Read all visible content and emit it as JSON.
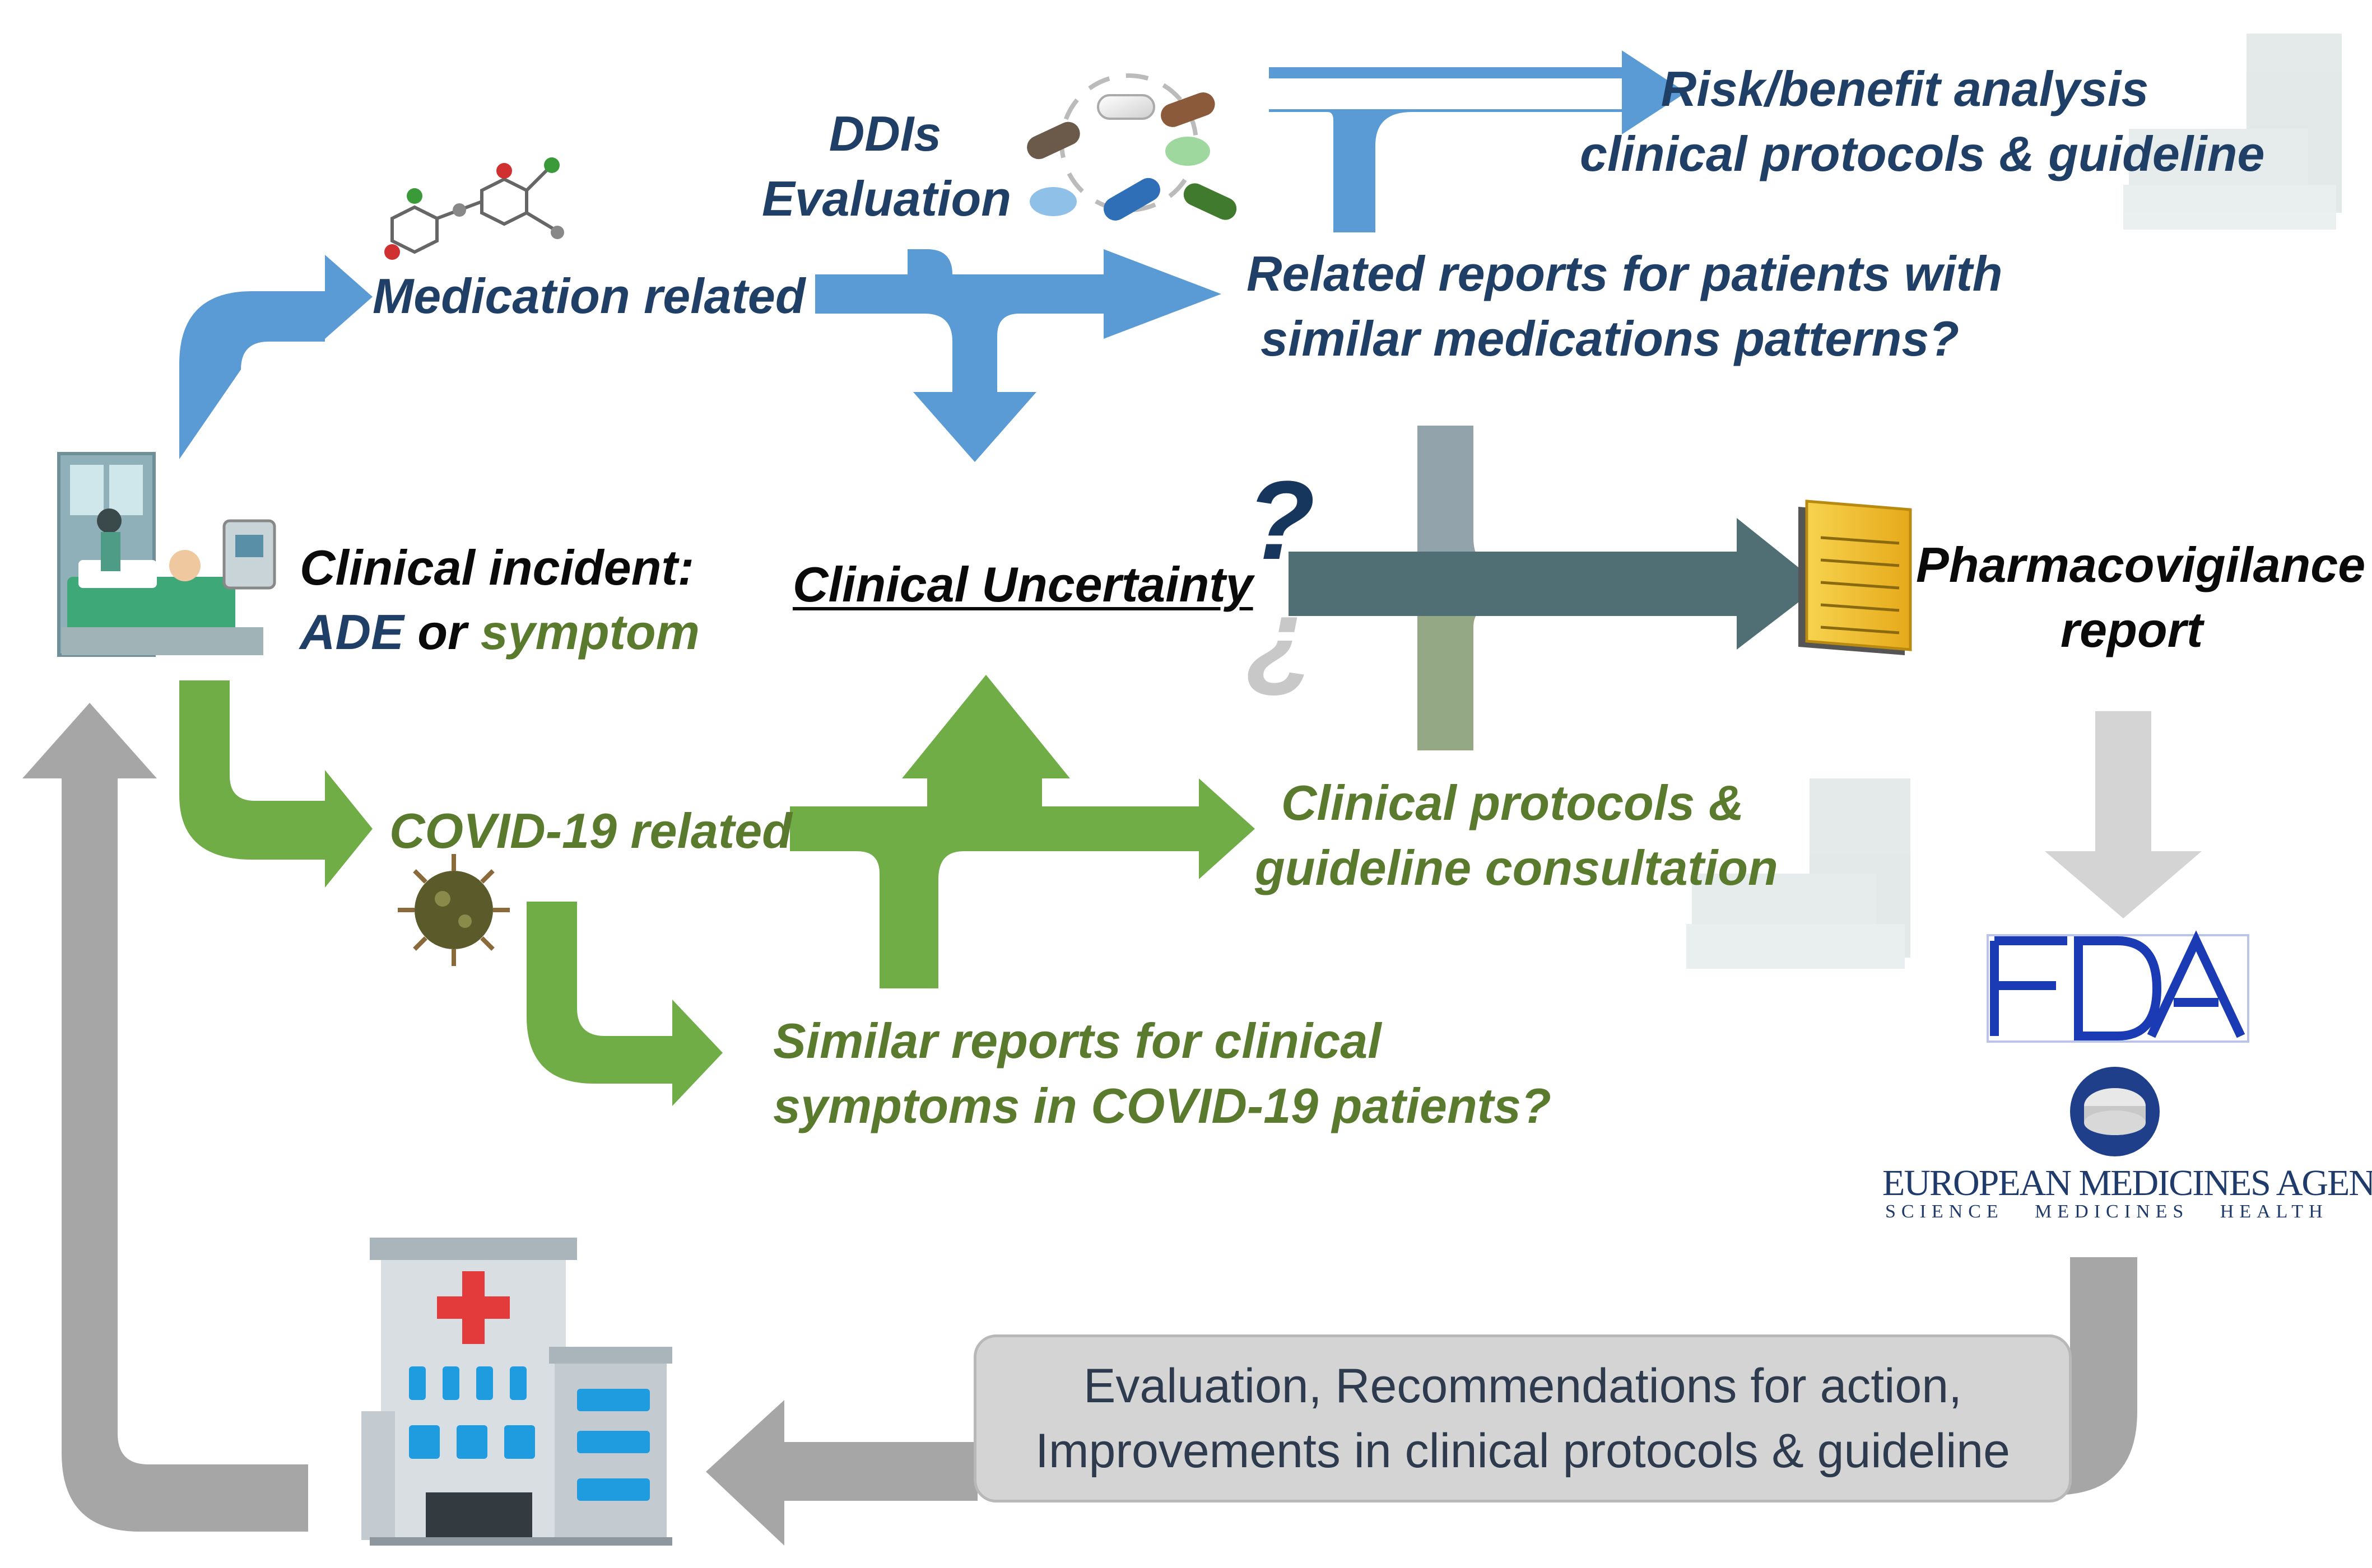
{
  "diagram": {
    "nodes": {
      "clinical_incident": {
        "line1": "Clinical incident:",
        "ade": "ADE",
        "or": "or",
        "symptom": "symptom"
      },
      "medication_related": "Medication related",
      "covid_related": "COVID-19 related",
      "ddis_evaluation": {
        "line1": "DDIs",
        "line2": "Evaluation"
      },
      "risk_benefit": {
        "line1": "Risk/benefit analysis",
        "line2": "clinical protocols & guideline"
      },
      "related_reports": {
        "line1": "Related reports for patients with",
        "line2": "similar medications patterns?"
      },
      "clinical_uncertainty": "Clinical Uncertainty",
      "question_marks": {
        "top": "?",
        "bottom": "¿"
      },
      "pharmacovigilance": {
        "line1": "Pharmacovigilance",
        "line2": "report"
      },
      "clinical_protocols": {
        "line1": "Clinical protocols &",
        "line2": "guideline consultation"
      },
      "similar_reports": {
        "line1": "Similar reports for clinical",
        "line2": "symptoms in COVID-19 patients?"
      },
      "feedback": {
        "line1": "Evaluation, Recommendations for action,",
        "line2": "Improvements in clinical protocols & guideline"
      }
    },
    "logos": {
      "fda": "FDA",
      "ema_name": "EUROPEAN MEDICINES AGENCY",
      "ema_tagline": "SCIENCE   MEDICINES   HEALTH"
    },
    "colors": {
      "blue_arrow": "#5b9bd5",
      "green_arrow": "#70ad47",
      "gray_arrow": "#a6a6a6",
      "teal_arrow": "#4f6f75",
      "blue_text": "#1f3f66",
      "green_text": "#5a7a2e",
      "fda_blue": "#1a3bb3",
      "report_yellow": "#f2c84b"
    },
    "icons": [
      "patient-bed-icon",
      "molecule-icon",
      "pills-icon",
      "virus-icon",
      "hospital-icon",
      "report-icon",
      "fda-logo",
      "ema-logo"
    ]
  }
}
